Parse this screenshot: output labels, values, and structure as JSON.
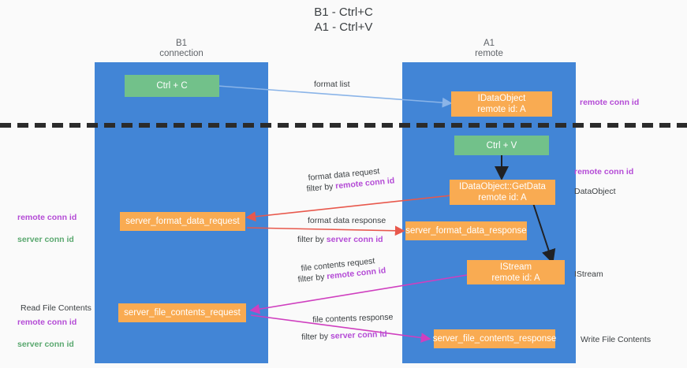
{
  "title": "B1 - Ctrl+C\nA1 - Ctrl+V",
  "lanes": [
    {
      "name": "lane-b1",
      "header": "B1\nconnection"
    },
    {
      "name": "lane-a1",
      "header": "A1\nremote"
    }
  ],
  "nodes": {
    "ctrl_c": "Ctrl + C",
    "idataobject": "IDataObject\nremote id: A",
    "ctrl_v": "Ctrl + V",
    "getdata": "IDataObject::GetData\nremote id: A",
    "server_format_data_request": "server_format_data_request",
    "server_format_data_response": "server_format_data_response",
    "istream": "IStream\nremote id: A",
    "server_file_contents_request": "server_file_contents_request",
    "server_file_contents_response": "server_file_contents_response"
  },
  "edge_labels": {
    "format_list": "format list",
    "format_data_request": "format data request",
    "format_data_request_filter_prefix": "filter by ",
    "format_data_request_filter_key": "remote conn id",
    "format_data_response": "format data response",
    "format_data_response_filter_prefix": "filter by ",
    "format_data_response_filter_key": "server conn id",
    "file_contents_request": "file contents request",
    "file_contents_request_filter_prefix": "filter by ",
    "file_contents_request_filter_key": "remote conn id",
    "file_contents_response": "file contents response",
    "file_contents_response_filter_prefix": "filter by ",
    "file_contents_response_filter_key": "server conn id"
  },
  "annotations": {
    "right_remote_conn_top": "remote conn id",
    "right_remote_conn_mid": "remote conn id",
    "right_dataobject": "DataObject",
    "right_istream": "IStream",
    "right_write_file_contents": "Write File Contents",
    "left_read_file_contents": "Read File Contents",
    "left_remote_conn_id": "remote conn id",
    "left_server_conn_id": "server conn id"
  },
  "colors": {
    "lane": "#4285d6",
    "green_node": "#72c18a",
    "orange_node": "#f9ab52",
    "purple_text": "#b44bd6",
    "green_text": "#5aa86f",
    "arrow_blue": "#8ab4e8",
    "arrow_red": "#e8584c",
    "arrow_magenta": "#cf3fbf",
    "arrow_black": "#202124",
    "background": "#fafafa"
  }
}
